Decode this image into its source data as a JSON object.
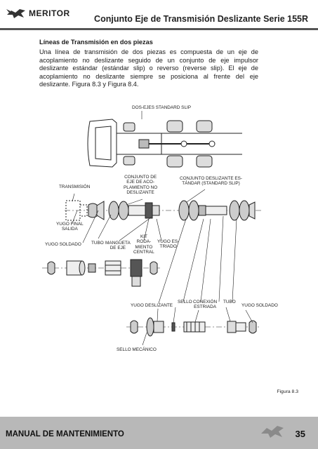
{
  "header": {
    "brand": "MERITOR",
    "title": "Conjunto Eje de Transmisión Deslizante Serie 155R"
  },
  "section": {
    "heading": "Líneas de Transmisión en dos piezas",
    "body": "Una línea de transmisión de dos piezas es compuesta de un eje de acoplamiento no deslizante seguido de un conjunto de eje impulsor deslizante estándar (estándar slip) o reverso (reverse slip). El eje de acoplamiento no deslizante siempre se posiciona al frente del eje deslizante. Figura 8.3 y Figura 8.4."
  },
  "figure": {
    "caption": "Figura 8.3",
    "labels": {
      "dos_ejes": "DOS-EJES STANDARD SLIP",
      "transmision": "TRANSMISIÓN",
      "conjunto_eje": "CONJUNTO DE\nEJE DE ACO-\nPLAMIENTO NO\nDESLIZANTE",
      "conjunto_deslizante": "CONJUNTO DESLIZANTE ES-\nTÁNDAR (STANDARD SLIP)",
      "yugo_final": "YUGO FINAL\nSALIDA",
      "yugo_soldado_1": "YUGO SOLDADO",
      "tubo_1": "TUBO",
      "mangueta": "MANGUETA\nDE EJE",
      "kit": "KIT\nRODA-\nMIENTO\nCENTRAL",
      "yugo_estriado": "YUGO ES-\nTRIADO",
      "yugo_deslizante": "YUGO DESLIZANTE",
      "sello": "SELLO",
      "conexion": "CONEXIÓN\nESTRIADA",
      "tubo_2": "TUBO",
      "yugo_soldado_2": "YUGO SOLDADO",
      "sello_mecanico": "SELLO MECÁNICO"
    }
  },
  "footer": {
    "title": "MANUAL DE MANTENIMIENTO",
    "page": "35"
  }
}
